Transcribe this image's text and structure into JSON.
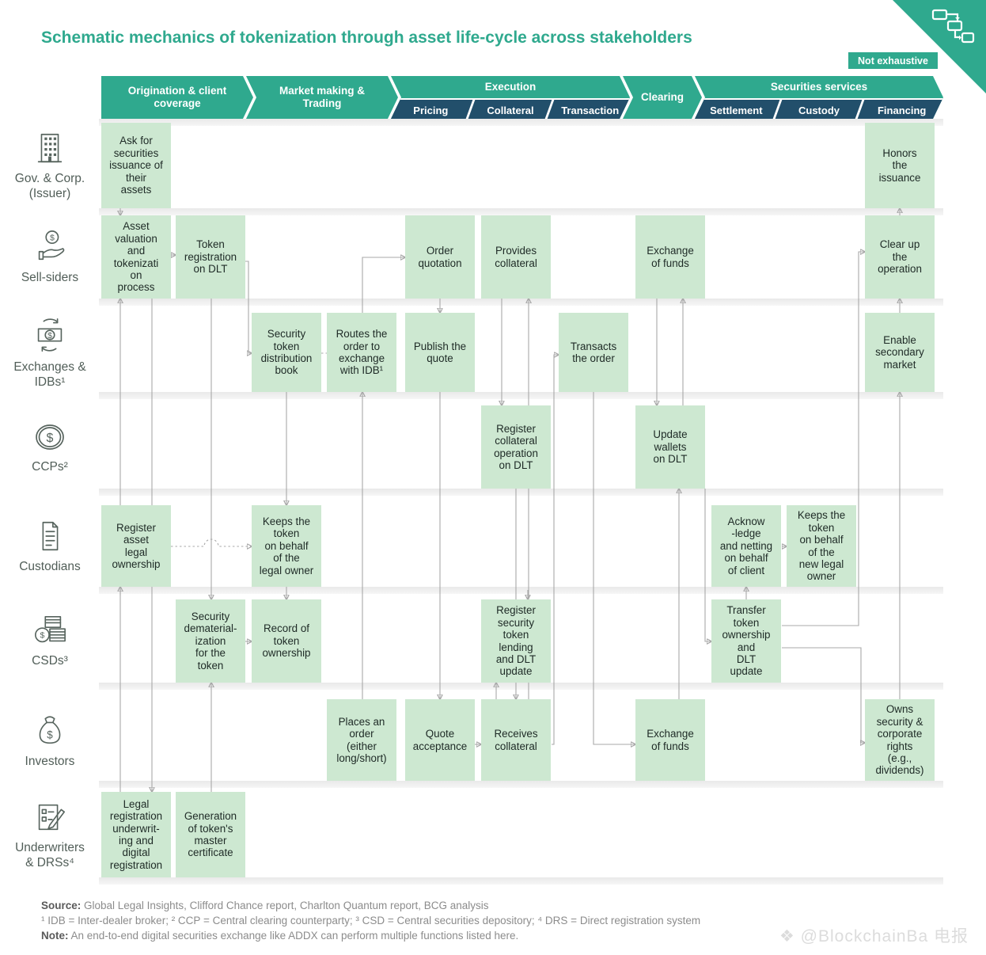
{
  "title": "Schematic mechanics of tokenization through asset life-cycle across stakeholders",
  "badge": "Not exhaustive",
  "header": {
    "phases": [
      {
        "label": "Origination & client coverage"
      },
      {
        "label": "Market making & Trading"
      },
      {
        "label": "Execution",
        "subs": [
          "Pricing",
          "Collateral",
          "Transaction"
        ]
      },
      {
        "label": "Clearing"
      },
      {
        "label": "Securities services",
        "subs": [
          "Settlement",
          "Custody",
          "Financing"
        ]
      }
    ]
  },
  "stakeholders": [
    {
      "label": "Gov. & Corp.\n(Issuer)",
      "icon": "building-icon"
    },
    {
      "label": "Sell-siders",
      "icon": "hand-coin-icon"
    },
    {
      "label": "Exchanges &\nIDBs¹",
      "icon": "banknote-exchange-icon"
    },
    {
      "label": "CCPs²",
      "icon": "dollar-coin-icon"
    },
    {
      "label": "Custodians",
      "icon": "document-icon"
    },
    {
      "label": "CSDs³",
      "icon": "coin-stacks-icon"
    },
    {
      "label": "Investors",
      "icon": "money-bag-icon"
    },
    {
      "label": "Underwriters\n& DRSs⁴",
      "icon": "checklist-pencil-icon"
    }
  ],
  "flow_boxes": [
    {
      "row": 0,
      "col": 0,
      "text": "Ask for\nsecurities\nissuance of\ntheir\nassets"
    },
    {
      "row": 0,
      "col": 10,
      "text": "Honors\nthe\nissuance"
    },
    {
      "row": 1,
      "col": 0,
      "text": "Asset\nvaluation\nand\ntokenizati\non\nprocess"
    },
    {
      "row": 1,
      "col": 1,
      "text": "Token\nregistration\non DLT"
    },
    {
      "row": 1,
      "col": 4,
      "text": "Order\nquotation"
    },
    {
      "row": 1,
      "col": 5,
      "text": "Provides\ncollateral"
    },
    {
      "row": 1,
      "col": 7,
      "text": "Exchange\nof funds"
    },
    {
      "row": 1,
      "col": 10,
      "text": "Clear up\nthe\noperation"
    },
    {
      "row": 2,
      "col": 2,
      "text": "Security\ntoken\ndistribution\nbook"
    },
    {
      "row": 2,
      "col": 3,
      "text": "Routes the\norder to\nexchange\nwith IDB¹"
    },
    {
      "row": 2,
      "col": 4,
      "text": "Publish the\nquote"
    },
    {
      "row": 2,
      "col": 6,
      "text": "Transacts\nthe order"
    },
    {
      "row": 2,
      "col": 10,
      "text": "Enable\nsecondary\nmarket"
    },
    {
      "row": 3,
      "col": 5,
      "text": "Register\ncollateral\noperation\non DLT"
    },
    {
      "row": 3,
      "col": 7,
      "text": "Update\nwallets\non DLT"
    },
    {
      "row": 4,
      "col": 0,
      "text": "Register\nasset\nlegal\nownership"
    },
    {
      "row": 4,
      "col": 2,
      "text": "Keeps the\ntoken\non behalf\nof the\nlegal owner"
    },
    {
      "row": 4,
      "col": 8,
      "text": "Acknow\n-ledge\nand netting\non behalf\nof client"
    },
    {
      "row": 4,
      "col": 9,
      "text": "Keeps the\ntoken\non behalf\nof the\nnew legal\nowner"
    },
    {
      "row": 5,
      "col": 1,
      "text": "Security\ndematerial-\nization\nfor the\ntoken"
    },
    {
      "row": 5,
      "col": 2,
      "text": "Record of\ntoken\nownership"
    },
    {
      "row": 5,
      "col": 5,
      "text": "Register\nsecurity\ntoken\nlending\nand DLT\nupdate"
    },
    {
      "row": 5,
      "col": 8,
      "text": "Transfer\ntoken\nownership\nand\nDLT\nupdate"
    },
    {
      "row": 6,
      "col": 3,
      "text": "Places an\norder\n(either\nlong/short)"
    },
    {
      "row": 6,
      "col": 4,
      "text": "Quote\nacceptance"
    },
    {
      "row": 6,
      "col": 5,
      "text": "Receives\ncollateral"
    },
    {
      "row": 6,
      "col": 7,
      "text": "Exchange\nof funds"
    },
    {
      "row": 6,
      "col": 10,
      "text": "Owns\nsecurity &\ncorporate\nrights\n(e.g.,\ndividends)"
    },
    {
      "row": 7,
      "col": 0,
      "text": "Legal\nregistration\nunderwrit-\ning and\ndigital\nregistration"
    },
    {
      "row": 7,
      "col": 1,
      "text": "Generation\nof token's\nmaster\ncertificate"
    }
  ],
  "footer": {
    "source_label": "Source:",
    "source_text": " Global Legal Insights, Clifford Chance report, Charlton Quantum report, BCG analysis",
    "footnote": "¹ IDB = Inter-dealer broker; ² CCP = Central clearing counterparty; ³ CSD = Central securities depository; ⁴ DRS = Direct registration system",
    "note_label": "Note:",
    "note_text": " An end-to-end digital securities exchange like ADDX can perform multiple functions listed here."
  },
  "watermark": "❖ @BlockchainBa 电报",
  "colors": {
    "accent_green": "#2fa98e",
    "header_dark": "#224f6b",
    "box_green": "#cde8d1",
    "title": "#2aa78b",
    "connector": "#a8a8a8"
  }
}
